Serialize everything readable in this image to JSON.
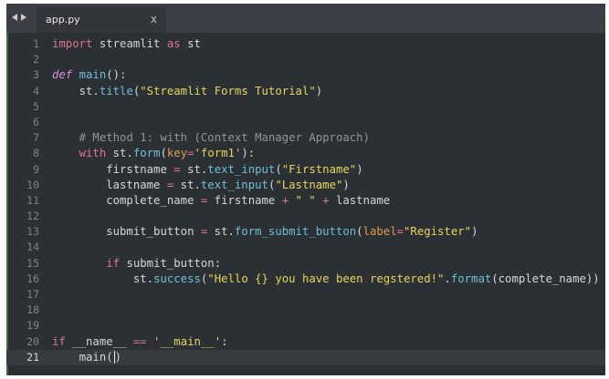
{
  "tab": {
    "filename": "app.py",
    "close": "x"
  },
  "icons": {
    "nav": "back-forward-arrows-icon"
  },
  "colors": {
    "background": "#2b3035",
    "keyword": "#e0728a",
    "function": "#6fbfd6",
    "string": "#e8d45a",
    "comment": "#8f969b"
  },
  "editor": {
    "current_line": 21,
    "lines": [
      {
        "n": "1",
        "t": "import streamlit as st"
      },
      {
        "n": "2",
        "t": ""
      },
      {
        "n": "3",
        "t": "def main():"
      },
      {
        "n": "4",
        "t": "    st.title(\"Streamlit Forms Tutorial\")"
      },
      {
        "n": "5",
        "t": ""
      },
      {
        "n": "6",
        "t": ""
      },
      {
        "n": "7",
        "t": "    # Method 1: with (Context Manager Approach)"
      },
      {
        "n": "8",
        "t": "    with st.form(key='form1'):"
      },
      {
        "n": "9",
        "t": "        firstname = st.text_input(\"Firstname\")"
      },
      {
        "n": "10",
        "t": "        lastname = st.text_input(\"Lastname\")"
      },
      {
        "n": "11",
        "t": "        complete_name = firstname + \" \" + lastname"
      },
      {
        "n": "12",
        "t": ""
      },
      {
        "n": "13",
        "t": "        submit_button = st.form_submit_button(label=\"Register\")"
      },
      {
        "n": "14",
        "t": ""
      },
      {
        "n": "15",
        "t": "        if submit_button:"
      },
      {
        "n": "16",
        "t": "            st.success(\"Hello {} you have been regstered!\".format(complete_name))"
      },
      {
        "n": "17",
        "t": ""
      },
      {
        "n": "18",
        "t": ""
      },
      {
        "n": "19",
        "t": ""
      },
      {
        "n": "20",
        "t": "if __name__ == '__main__':"
      },
      {
        "n": "21",
        "t": "    main()"
      }
    ]
  }
}
